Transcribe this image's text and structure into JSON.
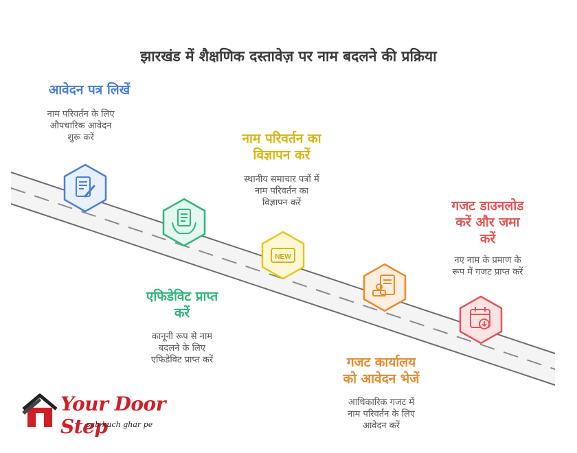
{
  "title": "झारखंड में शैक्षणिक दस्तावेज़ पर नाम बदलने की प्रक्रिया",
  "steps": [
    {
      "title": "आवेदन पत्र लिखें",
      "desc": [
        "नाम परिवर्तन के लिए",
        "औपचारिक आवेदन",
        "शुरू करें"
      ],
      "color": "#4a7fd6",
      "icon": "form-writing-icon"
    },
    {
      "title": [
        "एफिडेविट प्राप्त",
        "करें"
      ],
      "desc": [
        "कानूनी रूप से नाम",
        "बदलने के लिए",
        "एफिडेविट प्राप्त करें"
      ],
      "color": "#2fb67a",
      "icon": "affidavit-document-icon"
    },
    {
      "title": [
        "नाम परिवर्तन का",
        "विज्ञापन करें"
      ],
      "desc": [
        "स्थानीय समाचार पत्रों में",
        "नाम परिवर्तन का",
        "विज्ञापन करें"
      ],
      "color": "#e8c51a",
      "icon": "new-badge-icon",
      "icon_text": "NEW"
    },
    {
      "title": [
        "गजट कार्यालय",
        "को आवेदन भेजें"
      ],
      "desc": [
        "आधिकारिक गजट में",
        "नाम परिवर्तन के लिए",
        "आवेदन करें"
      ],
      "color": "#ec8a2a",
      "icon": "certificate-stamp-icon"
    },
    {
      "title": [
        "गजट डाउनलोड",
        "करें और जमा",
        "करें"
      ],
      "desc": [
        "नए नाम के प्रमाण के",
        "रूप में गजट प्राप्त करें"
      ],
      "color": "#e65454",
      "icon": "calendar-download-icon"
    }
  ],
  "logo": {
    "name": "Your Door Step",
    "tagline": "sab kuch ghar pe"
  }
}
